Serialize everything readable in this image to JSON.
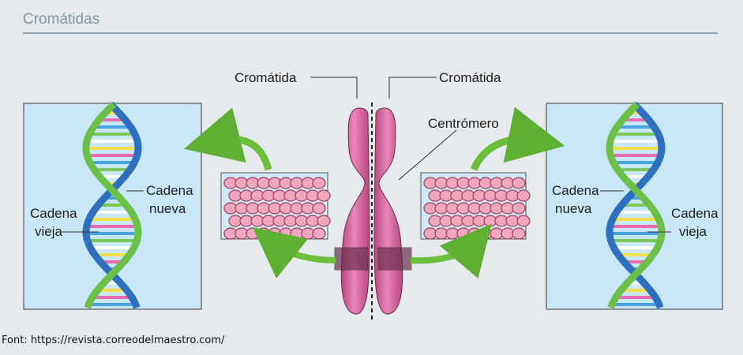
{
  "title": "Cromátidas",
  "labels": {
    "chromatid_left": "Cromátida",
    "chromatid_right": "Cromátida",
    "centromere": "Centrómero",
    "left_new_1": "Cadena",
    "left_new_2": "nueva",
    "left_old_1": "Cadena",
    "left_old_2": "vieja",
    "right_new_1": "Cadena",
    "right_new_2": "nueva",
    "right_old_1": "Cadena",
    "right_old_2": "vieja"
  },
  "footnote": "Font: https://revista.correodelmaestro.com/",
  "colors": {
    "panel": "#c8e8f8",
    "chromosome": "#d9679f",
    "arrow": "#6bbf3a",
    "strand_blue": "#2f6fc0",
    "strand_green": "#6cc04a"
  }
}
